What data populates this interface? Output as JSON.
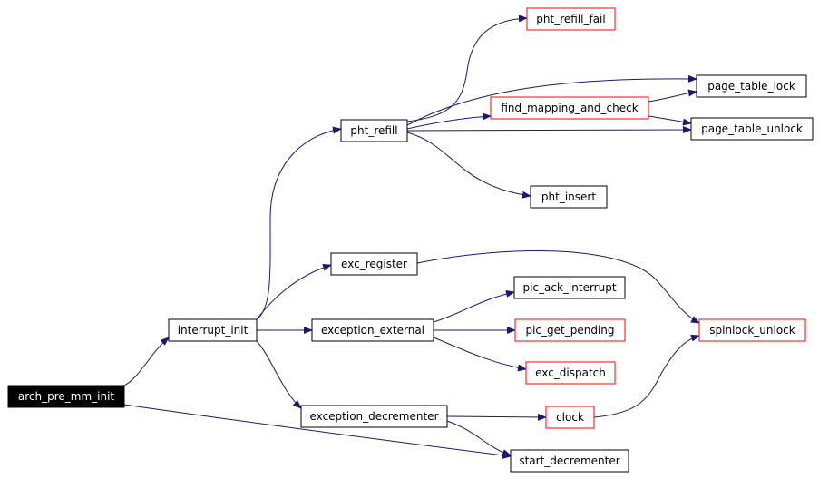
{
  "nodes": [
    {
      "id": "arch_pre_mm_init",
      "label": "arch_pre_mm_init",
      "style": "highlight"
    },
    {
      "id": "interrupt_init",
      "label": "interrupt_init",
      "style": "normal"
    },
    {
      "id": "pht_refill",
      "label": "pht_refill",
      "style": "normal"
    },
    {
      "id": "exc_register",
      "label": "exc_register",
      "style": "normal"
    },
    {
      "id": "exception_external",
      "label": "exception_external",
      "style": "normal"
    },
    {
      "id": "exception_decrementer",
      "label": "exception_decrementer",
      "style": "normal"
    },
    {
      "id": "pht_refill_fail",
      "label": "pht_refill_fail",
      "style": "truncated"
    },
    {
      "id": "find_mapping_and_check",
      "label": "find_mapping_and_check",
      "style": "truncated"
    },
    {
      "id": "pht_insert",
      "label": "pht_insert",
      "style": "normal"
    },
    {
      "id": "pic_ack_interrupt",
      "label": "pic_ack_interrupt",
      "style": "normal"
    },
    {
      "id": "pic_get_pending",
      "label": "pic_get_pending",
      "style": "truncated"
    },
    {
      "id": "exc_dispatch",
      "label": "exc_dispatch",
      "style": "truncated"
    },
    {
      "id": "clock",
      "label": "clock",
      "style": "truncated"
    },
    {
      "id": "start_decrementer",
      "label": "start_decrementer",
      "style": "normal"
    },
    {
      "id": "page_table_lock",
      "label": "page_table_lock",
      "style": "normal"
    },
    {
      "id": "page_table_unlock",
      "label": "page_table_unlock",
      "style": "normal"
    },
    {
      "id": "spinlock_unlock",
      "label": "spinlock_unlock",
      "style": "truncated"
    }
  ],
  "edges": [
    {
      "from": "arch_pre_mm_init",
      "to": "interrupt_init"
    },
    {
      "from": "arch_pre_mm_init",
      "to": "start_decrementer"
    },
    {
      "from": "interrupt_init",
      "to": "pht_refill"
    },
    {
      "from": "interrupt_init",
      "to": "exc_register"
    },
    {
      "from": "interrupt_init",
      "to": "exception_external"
    },
    {
      "from": "interrupt_init",
      "to": "exception_decrementer"
    },
    {
      "from": "pht_refill",
      "to": "pht_refill_fail"
    },
    {
      "from": "pht_refill",
      "to": "page_table_lock"
    },
    {
      "from": "pht_refill",
      "to": "find_mapping_and_check"
    },
    {
      "from": "pht_refill",
      "to": "page_table_unlock"
    },
    {
      "from": "pht_refill",
      "to": "pht_insert"
    },
    {
      "from": "find_mapping_and_check",
      "to": "page_table_lock"
    },
    {
      "from": "find_mapping_and_check",
      "to": "page_table_unlock"
    },
    {
      "from": "exc_register",
      "to": "spinlock_unlock"
    },
    {
      "from": "exception_external",
      "to": "pic_ack_interrupt"
    },
    {
      "from": "exception_external",
      "to": "pic_get_pending"
    },
    {
      "from": "exception_external",
      "to": "exc_dispatch"
    },
    {
      "from": "exception_decrementer",
      "to": "clock"
    },
    {
      "from": "exception_decrementer",
      "to": "start_decrementer"
    },
    {
      "from": "clock",
      "to": "spinlock_unlock"
    }
  ],
  "colors": {
    "edge": "#191970",
    "node_border": "#000000",
    "truncated_border": "#ff0000",
    "highlight_fill": "#000000",
    "highlight_text": "#ffffff"
  }
}
